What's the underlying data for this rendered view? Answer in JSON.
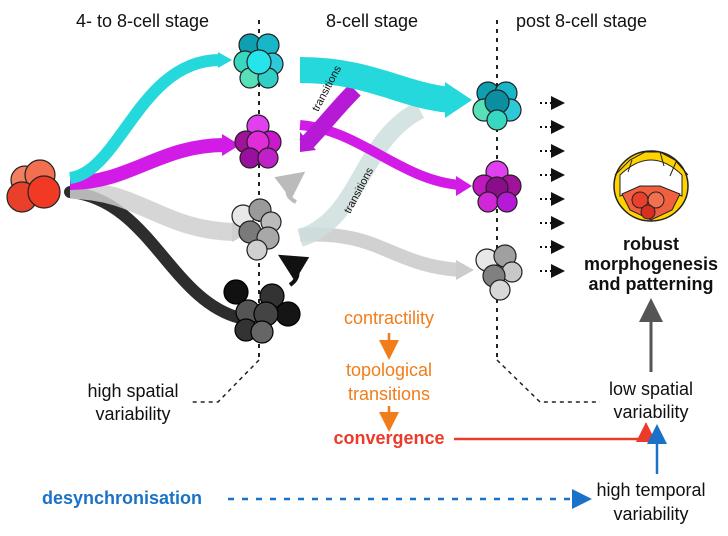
{
  "stages": {
    "s1": "4- to 8-cell stage",
    "s2": "8-cell stage",
    "s3": "post 8-cell stage"
  },
  "annotations": {
    "high_spatial_line1": "high spatial",
    "high_spatial_line2": "variability",
    "low_spatial_line1": "low spatial",
    "low_spatial_line2": "variability",
    "high_temporal_line1": "high temporal",
    "high_temporal_line2": "variability",
    "robust_line1": "robust",
    "robust_line2": "morphogenesis",
    "robust_line3": "and patterning",
    "transitions_a": "transitions",
    "transitions_b": "transitions"
  },
  "process": {
    "contractility": "contractility",
    "topological_line1": "topological",
    "topological_line2": "transitions",
    "convergence": "convergence",
    "desync": "desynchronisation"
  },
  "colors": {
    "cyan": "#25d8dc",
    "magenta": "#d21be6",
    "gray": "#c8c8c8",
    "black": "#222222",
    "orange": "#f07d1a",
    "red": "#ea3b2b",
    "blue": "#1a72c8"
  }
}
